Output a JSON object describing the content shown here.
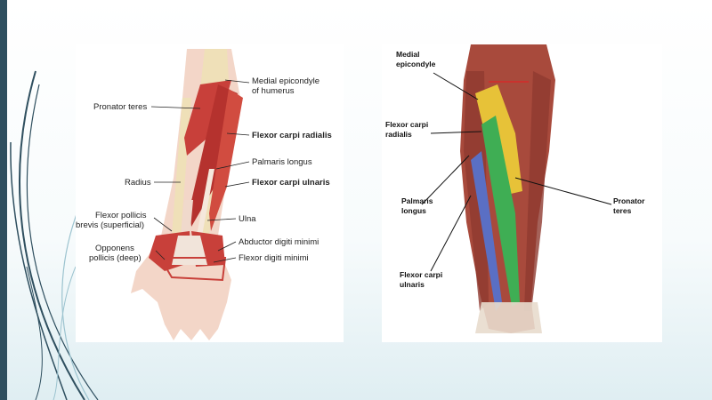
{
  "left_diagram": {
    "labels": {
      "medial_epicondyle_1": "Medial epicondyle",
      "medial_epicondyle_2": "of humerus",
      "pronator_teres": "Pronator teres",
      "flexor_carpi_radialis": "Flexor carpi radialis",
      "palmaris_longus": "Palmaris longus",
      "radius": "Radius",
      "flexor_carpi_ulnaris": "Flexor carpi ulnaris",
      "flexor_pollicis_1": "Flexor pollicis",
      "flexor_pollicis_2": "brevis (superficial)",
      "ulna": "Ulna",
      "abductor_digiti_minimi": "Abductor digiti minimi",
      "opponens_pollicis_1": "Opponens",
      "opponens_pollicis_2": "pollicis (deep)",
      "flexor_digiti_minimi": "Flexor digiti minimi"
    }
  },
  "right_diagram": {
    "labels": {
      "medial_1": "Medial",
      "medial_2": "epicondyle",
      "fcr_1": "Flexor carpi",
      "fcr_2": "radialis",
      "palmaris_1": "Palmaris",
      "palmaris_2": "longus",
      "pronator_1": "Pronator",
      "pronator_2": "teres",
      "fcu_1": "Flexor carpi",
      "fcu_2": "ulnaris"
    }
  },
  "colors": {
    "muscle_red": "#c8403a",
    "bone": "#efe0b8",
    "skin": "#f3d6c8",
    "highlight_yellow": "#e7c238",
    "highlight_green": "#3fae54",
    "highlight_blue": "#5a6fc4",
    "accent_dark": "#2f4f5f"
  }
}
